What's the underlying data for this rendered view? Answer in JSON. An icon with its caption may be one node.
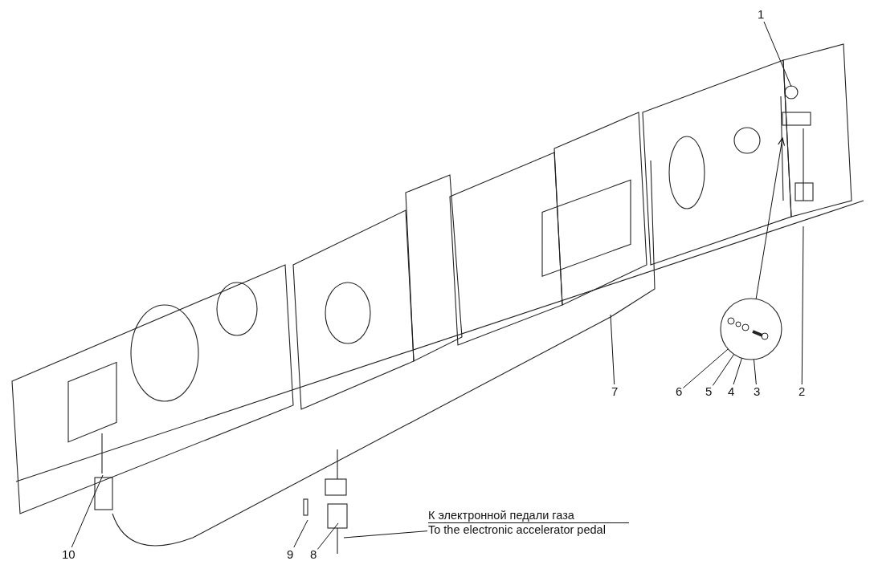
{
  "diagram": {
    "nodes": [
      {
        "text": [
          "1"
        ]
      },
      {
        "text": [
          "2"
        ]
      },
      {
        "text": [
          "3"
        ]
      },
      {
        "text": [
          "4"
        ]
      },
      {
        "text": [
          "5"
        ]
      },
      {
        "text": [
          "6"
        ]
      },
      {
        "text": [
          "7"
        ]
      },
      {
        "text": [
          "8"
        ]
      },
      {
        "text": [
          "9"
        ]
      },
      {
        "text": [
          "10"
        ]
      },
      {
        "text": [
          "К электронной педали газа",
          "To the electronic accelerator pedal"
        ]
      },
      {
        "text": [],
        "shape": "circle"
      }
    ],
    "edges": [
      {
        "from": 0,
        "to": null,
        "arrow": "none"
      },
      {
        "from": 1,
        "to": null,
        "arrow": "none"
      },
      {
        "from": 2,
        "to": 11,
        "arrow": "none"
      },
      {
        "from": 3,
        "to": 11,
        "arrow": "none"
      },
      {
        "from": 4,
        "to": 11,
        "arrow": "none"
      },
      {
        "from": 5,
        "to": 11,
        "arrow": "none"
      },
      {
        "from": 6,
        "to": null,
        "arrow": "none"
      },
      {
        "from": 7,
        "to": null,
        "arrow": "none"
      },
      {
        "from": 8,
        "to": null,
        "arrow": "none"
      },
      {
        "from": 9,
        "to": null,
        "arrow": "none"
      },
      {
        "from": 10,
        "to": null,
        "arrow": "none"
      },
      {
        "from": 11,
        "to": null,
        "arrow": "to"
      }
    ]
  }
}
